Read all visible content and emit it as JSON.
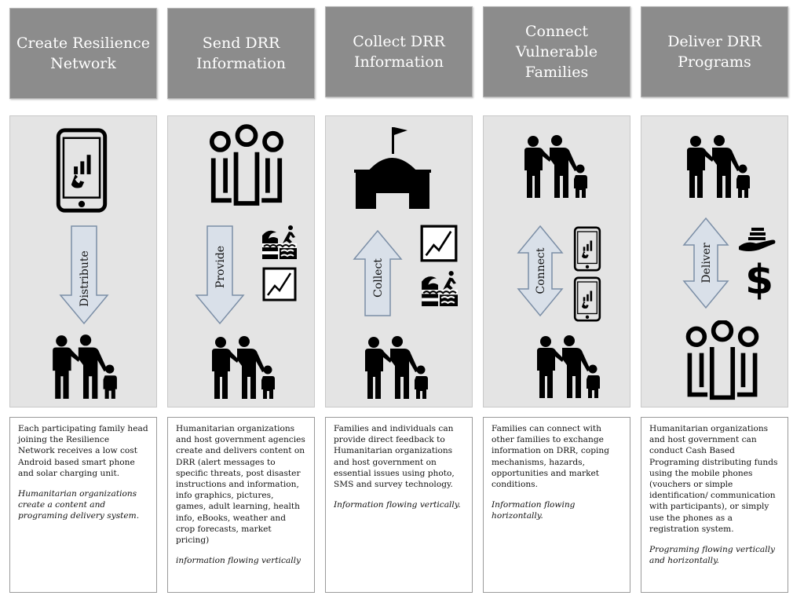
{
  "columns": [
    {
      "title": "Create Resilience\nNetwork",
      "arrow_label": "Distribute",
      "text": "Each participating family head joining the Resilience Network receives a low cost Android based smart phone and solar charging unit.",
      "note": "Humanitarian organizations create a content and programing delivery system."
    },
    {
      "title": "Send DRR\nInformation",
      "arrow_label": "Provide",
      "text": "Humanitarian organizations and host government agencies create and delivers content on DRR (alert messages to specific threats, post disaster instructions and information, info graphics, pictures, games, adult learning, health info, eBooks, weather and crop forecasts, market pricing)",
      "note": "information flowing vertically"
    },
    {
      "title": "Collect  DRR\nInformation",
      "arrow_label": "Collect",
      "text": "Families and individuals can provide direct feedback to Humanitarian organizations and host government on essential issues using photo, SMS and survey technology.",
      "note": "Information flowing vertically."
    },
    {
      "title": "Connect\nVulnerable\nFamilies",
      "arrow_label": "Connect",
      "text": "Families can connect with other families to exchange information on DRR, coping mechanisms, hazards, opportunities and market conditions.",
      "note": "Information flowing horizontally."
    },
    {
      "title": "Deliver DRR\nPrograms",
      "arrow_label": "Deliver",
      "text": "Humanitarian organizations and host government can conduct Cash Based Programing distributing funds using the mobile phones (vouchers or simple identification/ communication with participants), or simply use the phones as a registration system.",
      "note": "Programing flowing vertically and horizontally."
    }
  ],
  "icons": {
    "dollar": "$"
  }
}
